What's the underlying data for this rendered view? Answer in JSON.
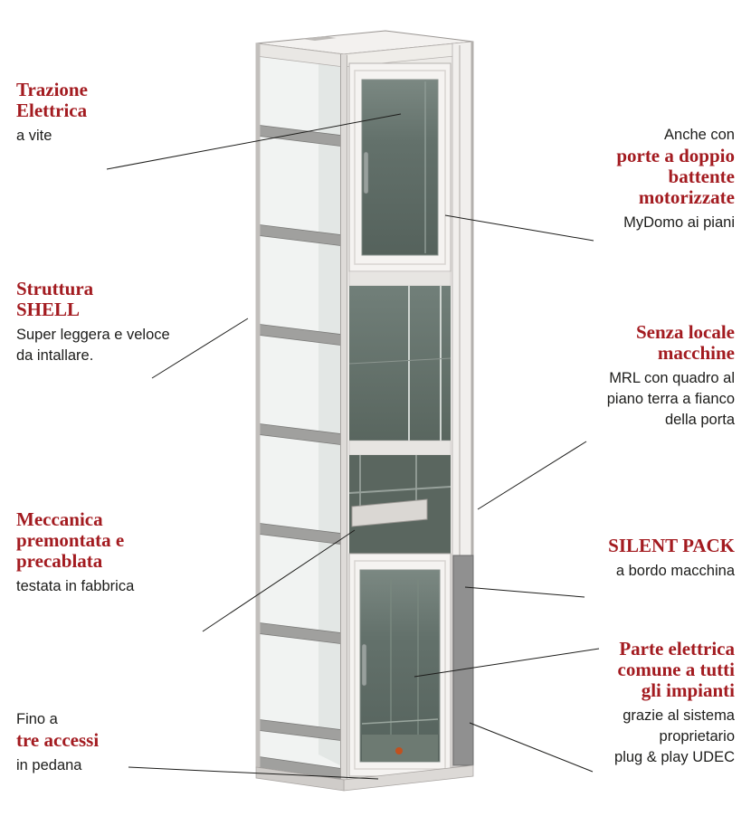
{
  "figure": {
    "alt": "Rendering 3D di un homelift con struttura shaft e cabina",
    "colors": {
      "accent_red": "#a31b20",
      "text": "#1d1d1b",
      "frame_white": "#f5f3f1",
      "glass_dark": "#5e6c67",
      "beam_gray": "#a0a09e",
      "silent_panel_gray": "#909090"
    }
  },
  "callouts": {
    "left": [
      {
        "id": "trazione-elettrica",
        "title": "Trazione\nElettrica",
        "after": "a vite"
      },
      {
        "id": "struttura-shell",
        "title": "Struttura\nSHELL",
        "after": "Super leggera e veloce\nda intallare."
      },
      {
        "id": "meccanica-premontata",
        "title": "Meccanica\npremontata e\nprecablata",
        "after": "testata in fabbrica"
      },
      {
        "id": "tre-accessi",
        "before": "Fino a",
        "title": "tre accessi",
        "after": "in pedana"
      }
    ],
    "right": [
      {
        "id": "porte-motorizzate",
        "before": "Anche con",
        "title": "porte a doppio\nbattente\nmotorizzate",
        "after": "MyDomo ai piani"
      },
      {
        "id": "senza-locale-macchine",
        "title": "Senza locale\nmacchine",
        "after": "MRL con quadro al\npiano terra a fianco\ndella porta"
      },
      {
        "id": "silent-pack",
        "title": "SILENT PACK",
        "after": "a bordo macchina"
      },
      {
        "id": "parte-elettrica",
        "title": "Parte elettrica\ncomune a tutti\ngli impianti",
        "after": "grazie al sistema\nproprietario\nplug & play UDEC"
      }
    ]
  }
}
